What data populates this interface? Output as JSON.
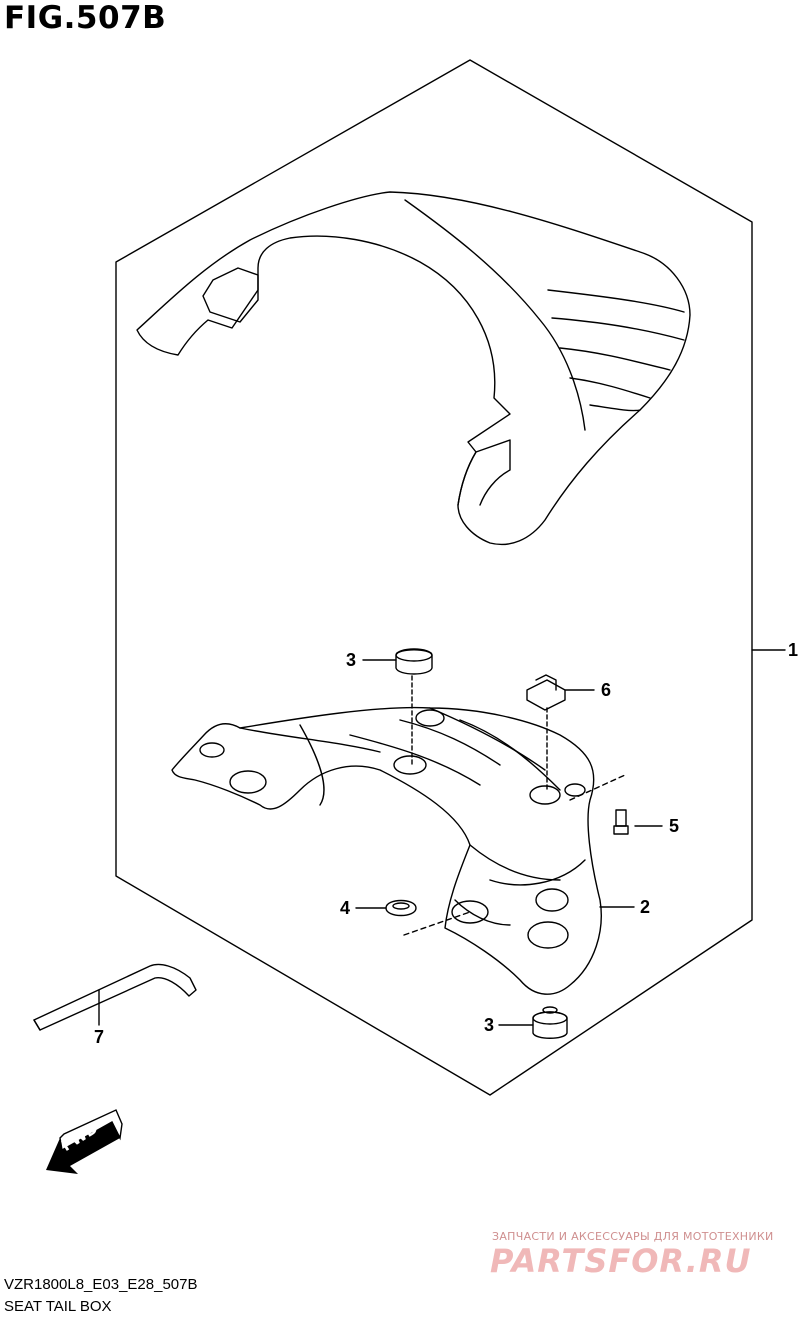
{
  "figure": {
    "title": "FIG.507B",
    "model_code": "VZR1800L8_E03_E28_507B",
    "assembly_name": "SEAT TAIL BOX"
  },
  "callouts": [
    {
      "id": "c1",
      "label": "1"
    },
    {
      "id": "c2",
      "label": "2"
    },
    {
      "id": "c3a",
      "label": "3"
    },
    {
      "id": "c3b",
      "label": "3"
    },
    {
      "id": "c4",
      "label": "4"
    },
    {
      "id": "c5",
      "label": "5"
    },
    {
      "id": "c6",
      "label": "6"
    },
    {
      "id": "c7",
      "label": "7"
    }
  ],
  "fwd": {
    "label": "FWD"
  },
  "watermark": {
    "tagline": "ЗАПЧАСТИ И АКСЕССУАРЫ ДЛЯ МОТОТЕХНИКИ",
    "logo": "PARTSFOR.RU"
  },
  "colors": {
    "line": "#000000",
    "watermark": "#e8a0a0",
    "background": "#ffffff"
  }
}
